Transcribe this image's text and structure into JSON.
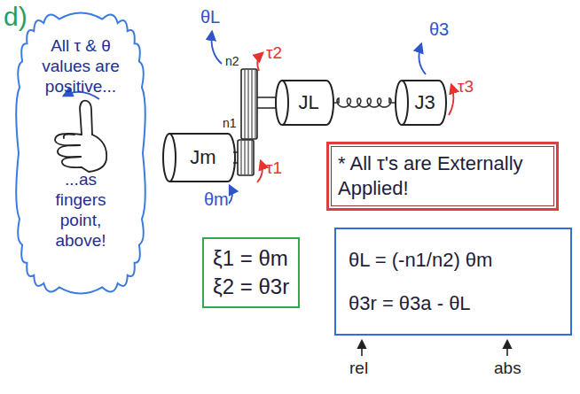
{
  "diagram": {
    "nodes": [
      {
        "text": [
          "All τ & θ values are positive...",
          "...as fingers point, above!"
        ]
      },
      {
        "text": [
          "Jm"
        ]
      },
      {
        "text": [
          "JL"
        ]
      },
      {
        "text": [
          "J3"
        ]
      },
      {
        "text": [
          "* All τ's are Externally Applied!"
        ]
      },
      {
        "text": [
          "ξ1 = θm",
          "ξ2 = θ3r"
        ]
      },
      {
        "text": [
          "θL = (-n1/n2) θm",
          "θ3r = θ3a - θL"
        ]
      }
    ],
    "edges": [
      {
        "from": 2,
        "to": 3,
        "arrow": "none"
      }
    ],
    "labels": [
      "d)",
      "θL",
      "τ2",
      "n2",
      "n1",
      "τ1",
      "θm",
      "θ3",
      "τ3",
      "rel",
      "abs"
    ]
  }
}
